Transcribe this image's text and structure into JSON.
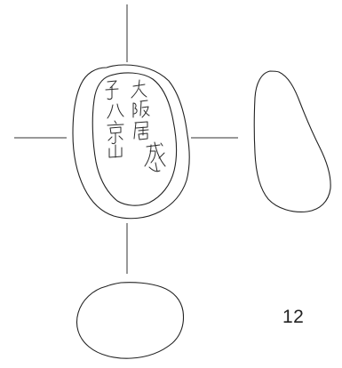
{
  "figure": {
    "number": "12",
    "inscription": {
      "line_right": "大阪居成",
      "line_left": "子八京山"
    }
  }
}
